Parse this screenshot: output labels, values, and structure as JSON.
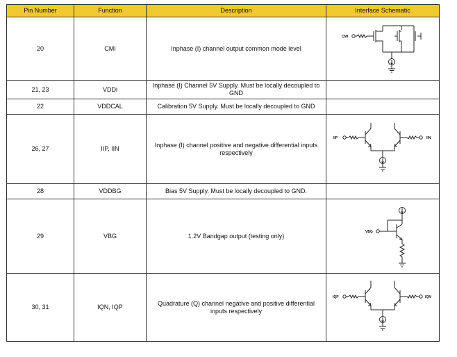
{
  "headers": [
    "Pin Number",
    "Function",
    "Description",
    "Interface Schematic"
  ],
  "rows": [
    {
      "pin": "20",
      "function": "CMI",
      "description": "Inphase (I) channel output common mode level",
      "schematic": "cmi-buffer-schematic",
      "labels": [
        "CMI"
      ]
    },
    {
      "pin": "21, 23",
      "function": "VDDi",
      "description": "Inphase (I) Channel 5V Supply. Must be locally decoupled to GND",
      "schematic": ""
    },
    {
      "pin": "22",
      "function": "VDDCAL",
      "description": "Calibration 5V Supply. Must be locally decoupled to GND",
      "schematic": ""
    },
    {
      "pin": "26, 27",
      "function": "IIP, IIN",
      "description": "Inphase (I) channel positive and negative  differential inputs respectively",
      "schematic": "differential-pair-schematic",
      "labels": [
        "IIP",
        "IIN"
      ]
    },
    {
      "pin": "28",
      "function": "VDDBG",
      "description": "Bias 5V Supply. Must be locally decoupled to GND.",
      "schematic": ""
    },
    {
      "pin": "29",
      "function": "VBG",
      "description": "1.2V Bandgap output (testing only)",
      "schematic": "bandgap-schematic",
      "labels": [
        "VBG"
      ]
    },
    {
      "pin": "30, 31",
      "function": "IQN, IQP",
      "description": "Quadrature (Q) channel negative and positive differential inputs respectively",
      "schematic": "differential-pair-schematic",
      "labels": [
        "IQP",
        "IQN"
      ]
    }
  ],
  "colors": {
    "header_bg": "#f2c830",
    "border": "#333333"
  }
}
